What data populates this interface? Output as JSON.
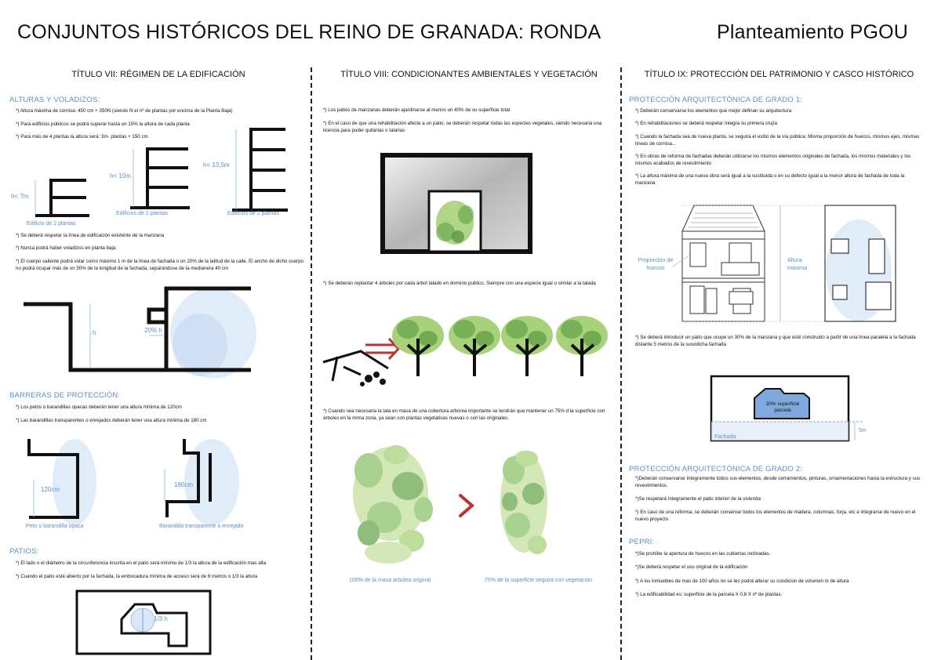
{
  "header": {
    "title": "CONJUNTOS HISTÓRICOS DEL REINO DE GRANADA: RONDA",
    "subtitle": "Planteamiento PGOU"
  },
  "col1": {
    "title": "TÍTULO VII: RÉGIMEN DE LA EDIFICACIÓN",
    "sec1": "ALTURAS Y VOLADIZOS:",
    "b1": "*) Altura máxima de cornisa: 450 cm + 350N  (siendo N el nº de plantas por encima de la Planta Baja)",
    "b2": "*) Para edificios públicos se podrá superar hasta un 15% la altura de cada planta",
    "b3": "*) Para más de 4 plantas la altura será: 3m· plantas + 150 cm",
    "fig1": {
      "h1": "h< 7m",
      "cap1": "Edificio de 2 plantas",
      "h2": "h< 10m",
      "cap2": "Edificios de 2 plantas",
      "h3": "h< 13,5m",
      "cap3": "Edificios de 2 plantas"
    },
    "b4": "*) Se deberá respetar la línea de edificación existente de la manzana",
    "b5": "*) Nunca podrá haber voladizos en planta baja",
    "b6": "*) El cuerpo saliente podrá volar como máximo 1 m de la línea de fachada o un 20% de la latitud de la calle. El ancho de dicho cuerpo no podrá ocupar más de un 50% de la longitud de la fachada, separándose de la medianera 40 cm",
    "fig2": {
      "h": "h",
      "pct": "20% h"
    },
    "sec2": "BARRERAS DE PROTECCIÓN:",
    "b7": "*) Los petos o barandillas opacas deberán tener una altura mínima de 120cm",
    "b8": "*) Las barandillas transparentes o enrejados deberán tener una altura mínima de 180 cm",
    "fig3": {
      "d1": "120cm",
      "cap1": "Peto o barandilla opaca",
      "d2": "180cm",
      "cap2": "Barandilla transparente o enrejado"
    },
    "sec3": "PATIOS:",
    "b9": "*) El lado o el diámetro de la circunferencia inscrita en el patio será mínimo de 1/3 la altura de la edificación mas alta",
    "b10": "*) Cuando el patio esté abierto por la fachada, la embocadura mínima de acceso será de 6 metros o 1/3 la altura",
    "fig4": {
      "label": "1/3 h"
    }
  },
  "col2": {
    "title": "TÍTULO VIII: CONDICIONANTES AMBIENTALES Y VEGETACIÓN",
    "b1": "*) Los patios de manzanas deberán ajardinarse al menos un 40% de su superficie total",
    "b2": "*) En el caso de que una rehabilitación afecte a un patio, se deberán respetar todas las especies vegetales, siendo necesaria una licencia para poder quitarlas o talarlas",
    "b3": "*) Se deberan replantar 4 árboles por cada árbol talado en dominio publico. Siempre con una especie igual o similar a la talada",
    "b4": "*) Cuando sea necesaria la tala en masa de una cobertura arborea importante se tendrán que mantener un 75%   d la superficie con árboles en la mima zona, ya sean con plantas vegetativas nuevas o con las originales.",
    "cap1": "100% de la masa arbolea original",
    "cap2": "75% de la superficie seguirá con vegetación"
  },
  "col3": {
    "title": "TÍTULO IX: PROTECCIÓN DEL PATRIMONIO Y CASCO HISTÓRICO",
    "sec1": "PROTECCIÓN ARQUITECTÓNICA DE GRADO 1:",
    "b1": "*) Deberán conservarse los elementos que mejor definan su arquitectura",
    "b2": "*) En rehabilitaciones se deberá respetar íntegra su primera crujía",
    "b3": "*) Cuando la fachada sea de nueva planta, se seguirá el estilo de la vía pública: Misma proporción de huecos, mismos ejes, mismas líneas de cornisa...",
    "b4": "*) En obras de reforma de fachadas deberán utilizarse los mismos elementos originales de fachada, los mismos materiales y los mismos acabados de revestimiento",
    "b5": "*) La altura máxima de una  nueva obra será igual a la sustituida o en su defecto igual a la menor altura de fachada de toda la manzana",
    "fig1": {
      "prop": "Proporción de huecos",
      "alt": "Altura máxima"
    },
    "b6": "*) Se deberá introducir un patio que ocupe un 30% de la manzana y que esté construido a partir de una línea paralela a la fachada distante 5 metros de la susodicha fachada",
    "fig2": {
      "patio": "30% superficie parcela",
      "fachada": "Fachada",
      "dist": "5m"
    },
    "sec2": "PROTECCIÓN ARQUITECTÓNICA DE GRADO 2:",
    "b7": "*)Deberán conservarse íntegramente todos sus elementos, desde cerramientos, pinturas, ornamentaciones hasta la estructura y sus revestimientos.",
    "b8": "*)Se respetará íntegramente el patio interior de la vivienda",
    "b9": "*) En caso de una reforma, se deberán conservar todos los elementos de madera, columnas, forja, etc e integrarse de nuevo en el nuevo proyecto",
    "sec3": "PEPRI:",
    "b10": "*)Se prohíbe la apertura de huecos en las cubiertas inclinadas.",
    "b11": "*)Se deberá respetar el uso original de la edificación",
    "b12": "*) A los inmuebles de mas de 100 años no se les podrá alterar su condicion de volumen ni de altura",
    "b13": "*) La edificabilidad  es: superficie de la parcela X 0,8 X nº de plantas."
  }
}
